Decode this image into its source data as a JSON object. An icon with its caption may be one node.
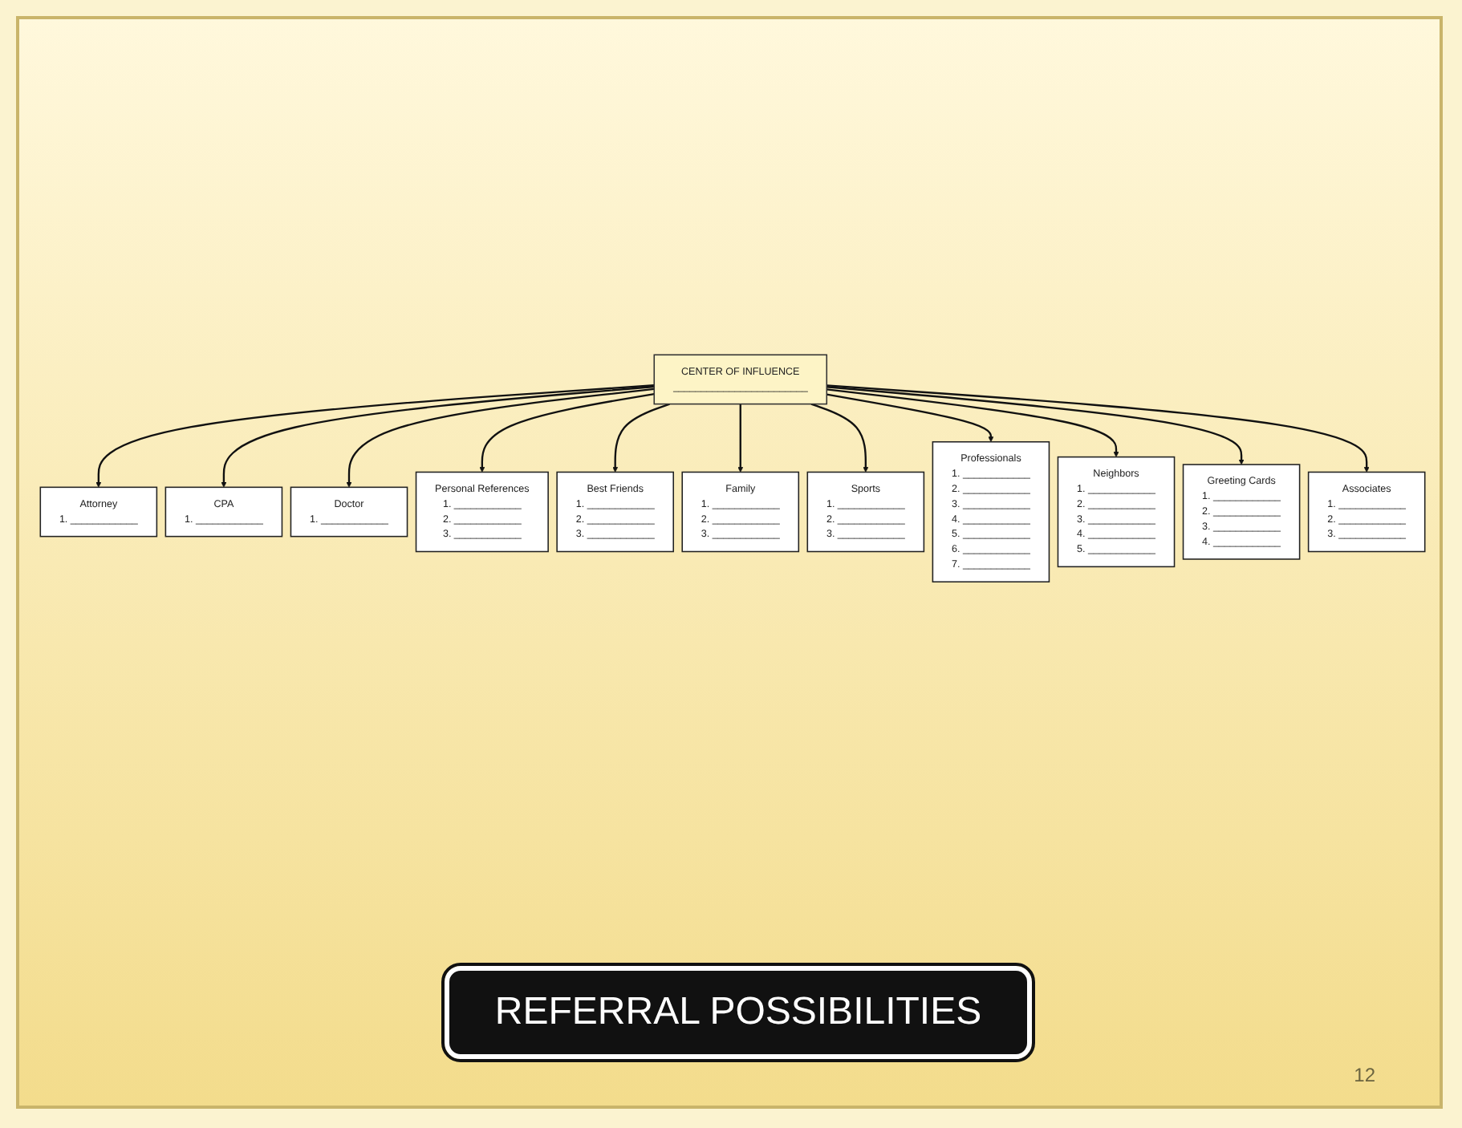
{
  "diagram": {
    "title": "REFERRAL POSSIBILITIES",
    "nodes": [
      {
        "text": [
          "Attorney",
          "1. ____________"
        ]
      },
      {
        "text": [
          "CPA",
          "1. ____________"
        ]
      },
      {
        "text": [
          "Doctor",
          "1. ____________"
        ]
      },
      {
        "text": [
          "Personal References",
          "1. ____________",
          "2. ____________",
          "3. ____________"
        ]
      },
      {
        "text": [
          "Best Friends",
          "1. ____________",
          "2. ____________",
          "3. ____________"
        ]
      },
      {
        "text": [
          "CENTER OF INFLUENCE",
          "________________________"
        ]
      },
      {
        "text": [
          "Family",
          "1. ____________",
          "2. ____________",
          "3. ____________"
        ]
      },
      {
        "text": [
          "Sports",
          "1. ____________",
          "2. ____________",
          "3. ____________"
        ]
      },
      {
        "text": [
          "Professionals",
          "1. ____________",
          "2. ____________",
          "3. ____________",
          "4. ____________",
          "5. ____________",
          "6. ____________",
          "7. ____________"
        ]
      },
      {
        "text": [
          "Neighbors",
          "1. ____________",
          "2. ____________",
          "3. ____________",
          "4. ____________",
          "5. ____________"
        ]
      },
      {
        "text": [
          "Greeting Cards",
          "1. ____________",
          "2. ____________",
          "3. ____________",
          "4. ____________"
        ]
      },
      {
        "text": [
          "Associates",
          "1. ____________",
          "2. ____________",
          "3. ____________"
        ]
      }
    ],
    "edges": [
      {
        "from": 5,
        "to": 0,
        "arrow": "to"
      },
      {
        "from": 5,
        "to": 1,
        "arrow": "to"
      },
      {
        "from": 5,
        "to": 2,
        "arrow": "to"
      },
      {
        "from": 5,
        "to": 3,
        "arrow": "to"
      },
      {
        "from": 5,
        "to": 4,
        "arrow": "to"
      },
      {
        "from": 5,
        "to": 6,
        "arrow": "to"
      },
      {
        "from": 5,
        "to": 7,
        "arrow": "to"
      },
      {
        "from": 5,
        "to": 8,
        "arrow": "to"
      },
      {
        "from": 5,
        "to": 9,
        "arrow": "to"
      },
      {
        "from": 5,
        "to": 10,
        "arrow": "to"
      },
      {
        "from": 5,
        "to": 11,
        "arrow": "to"
      }
    ],
    "labels": [
      "12"
    ]
  }
}
